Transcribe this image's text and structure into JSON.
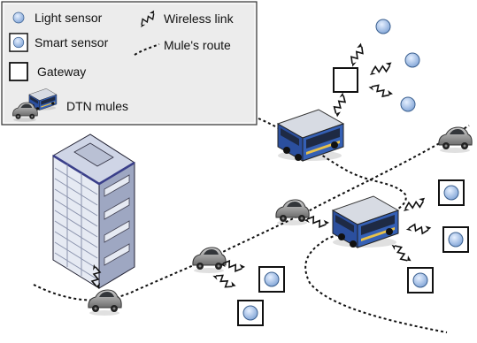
{
  "legend": {
    "light_sensor": "Light sensor",
    "smart_sensor": "Smart sensor",
    "gateway": "Gateway",
    "dtn_mules": "DTN mules",
    "wireless_link": "Wireless link",
    "mules_route": "Mule's route"
  },
  "colors": {
    "sensor_fill": "#aec8ea",
    "sensor_stroke": "#3a5f8f",
    "bus_body": "#2b4f9e",
    "bus_window": "#1e2a44",
    "car_body": "#9a9a9a",
    "building_facade": "#e8ecf4",
    "building_side": "#9aa3bd",
    "building_roof": "#cfd4e4",
    "legend_bg": "#ececec"
  },
  "icons": [
    "light-sensor-icon",
    "smart-sensor-icon",
    "gateway-icon",
    "bus-icon",
    "car-icon",
    "building-icon",
    "wireless-link-icon"
  ]
}
